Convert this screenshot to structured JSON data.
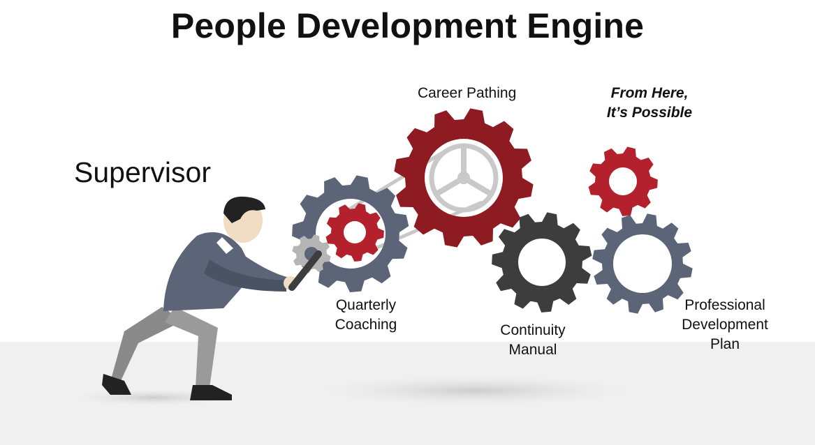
{
  "title": "People Development Engine",
  "labels": {
    "supervisor": "Supervisor",
    "career_pathing": "Career Pathing",
    "from_here_line1": "From Here,",
    "from_here_line2": "It’s Possible",
    "quarterly_line1": "Quarterly",
    "quarterly_line2": "Coaching",
    "continuity_line1": "Continuity",
    "continuity_line2": "Manual",
    "professional_line1": "Professional",
    "professional_line2": "Development",
    "professional_line3": "Plan"
  },
  "colors": {
    "gear_red": "#8e1a22",
    "gear_bright_red": "#b3222c",
    "gear_slate": "#5b6577",
    "gear_dark": "#3d3d3d",
    "gear_silver": "#b5b5b5",
    "floor": "#f0f0f0",
    "shirt": "#5b6577",
    "pants": "#8a8a8a"
  }
}
